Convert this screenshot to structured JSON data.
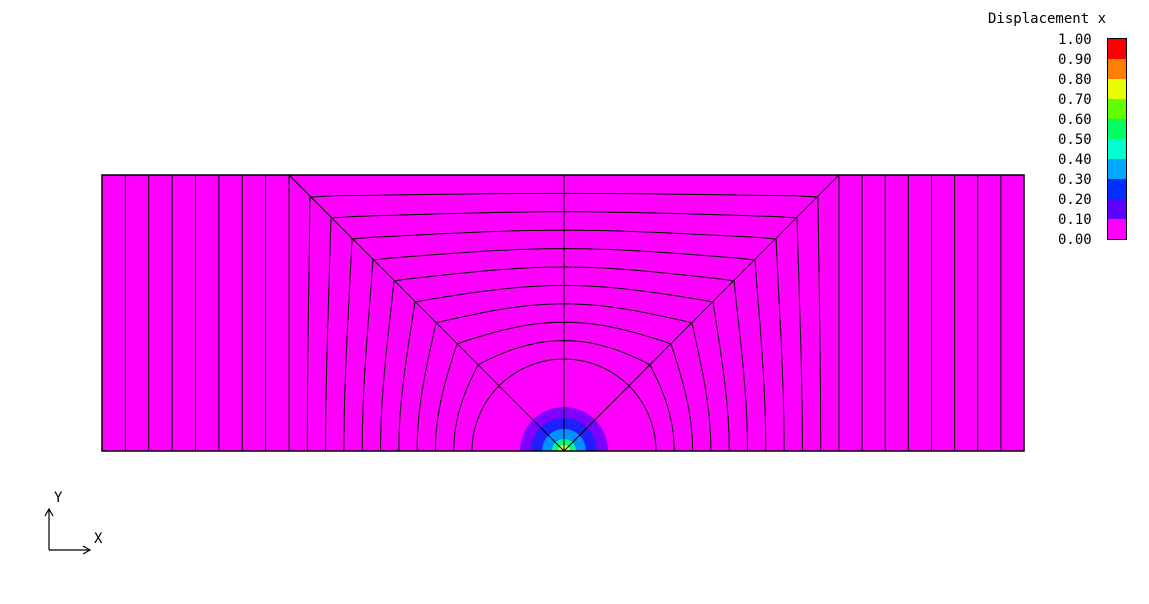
{
  "legend": {
    "title": "Displacement x",
    "labels": [
      "1.00",
      "0.90",
      "0.80",
      "0.70",
      "0.60",
      "0.50",
      "0.40",
      "0.30",
      "0.20",
      "0.10",
      "0.00"
    ],
    "colors": [
      "#ff0000",
      "#ff8000",
      "#e8ff00",
      "#60ff00",
      "#00ff60",
      "#00ffd0",
      "#00a8ff",
      "#0030ff",
      "#6000ff",
      "#ff00ff"
    ]
  },
  "field": {
    "base_color": "#ff00ff",
    "mesh_color": "#000000",
    "contour_rings_inner_to_outer": [
      "#00ff80",
      "#0090ff",
      "#2020ff",
      "#8000ff"
    ]
  },
  "axes": {
    "x_label": "X",
    "y_label": "Y"
  }
}
